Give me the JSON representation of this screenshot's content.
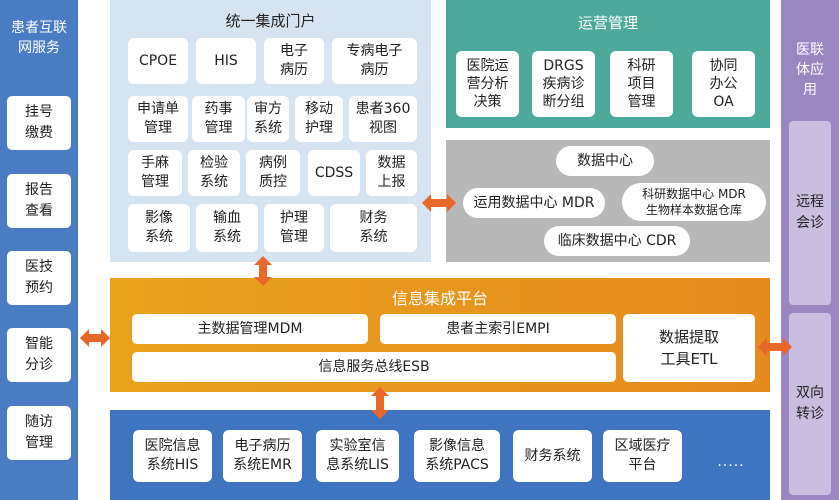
{
  "colors": {
    "left_panel": "#4a7cc4",
    "portal_panel": "#d6e4f1",
    "ops_panel": "#4daa9a",
    "data_panel": "#b8b8b8",
    "platform_panel": "#e9a21e",
    "bottom_panel": "#3f74c0",
    "right_panel": "#9a87c2",
    "right_tile": "#c9bde0",
    "arrow": "#e8672a"
  },
  "left": {
    "title": "患者互联\n网服务",
    "items": [
      "挂号\n缴费",
      "报告\n查看",
      "医技\n预约",
      "智能\n分诊",
      "随访\n管理"
    ]
  },
  "portal": {
    "title": "统一集成门户",
    "items": [
      "CPOE",
      "HIS",
      "电子\n病历",
      "专病电子\n病历",
      "申请单\n管理",
      "药事\n管理",
      "审方\n系统",
      "移动\n护理",
      "患者360\n视图",
      "手麻\n管理",
      "检验\n系统",
      "病例\n质控",
      "CDSS",
      "数据\n上报",
      "影像\n系统",
      "输血\n系统",
      "护理\n管理",
      "财务\n系统"
    ]
  },
  "ops": {
    "title": "运营管理",
    "items": [
      "医院运\n营分析\n决策",
      "DRGS\n疾病诊\n断分组",
      "科研\n项目\n管理",
      "协同\n办公\nOA"
    ]
  },
  "data_center": {
    "title": "数据中心",
    "items": [
      "运用数据中心 MDR",
      "科研数据中心 MDR\n生物样本数据仓库",
      "临床数据中心 CDR"
    ]
  },
  "platform": {
    "title": "信息集成平台",
    "mdm": "主数据管理MDM",
    "empi": "患者主索引EMPI",
    "esb": "信息服务总线ESB",
    "etl": "数据提取\n工具ETL"
  },
  "bottom": {
    "items": [
      "医院信息\n系统HIS",
      "电子病历\n系统EMR",
      "实验室信\n息系统LIS",
      "影像信息\n系统PACS",
      "财务系统",
      "区域医疗\n平台"
    ],
    "more": "....."
  },
  "right": {
    "title": "医联\n体应\n用",
    "items": [
      "远程\n会诊",
      "双向\n转诊"
    ]
  }
}
